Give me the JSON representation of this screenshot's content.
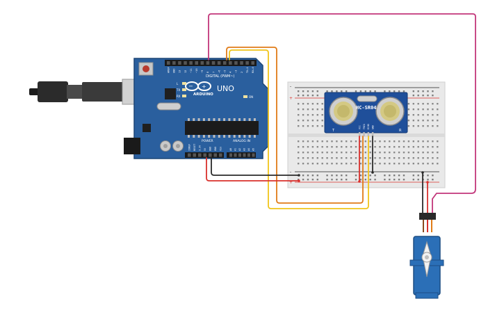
{
  "arduino": {
    "brand": "ARDUINO",
    "model": "UNO",
    "digital_header_label": "DIGITAL (PWM~)",
    "power_header_label": "POWER",
    "analog_header_label": "ANALOG IN",
    "on_label": "ON",
    "led_labels": [
      "L",
      "TX",
      "RX"
    ],
    "digital_pins": [
      "AREF",
      "GND",
      "13",
      "12",
      "~11",
      "~10",
      "~9",
      "8",
      "7",
      "~6",
      "~5",
      "4",
      "~3",
      "2",
      "TX→1",
      "RX←0"
    ],
    "power_pins": [
      "IOREF",
      "RESET",
      "3.3V",
      "5V",
      "GND",
      "GND",
      "Vin"
    ],
    "analog_pins": [
      "A0",
      "A1",
      "A2",
      "A3",
      "A4",
      "A5"
    ],
    "board_color": "#2a5f9e"
  },
  "sensor": {
    "label": "HC-SR04",
    "left_mark": "T",
    "right_mark": "R",
    "pins": [
      "VCC",
      "TRIG",
      "ECHO",
      "GND"
    ],
    "board_color": "#1f4f9a"
  },
  "breadboard": {
    "plus": "+",
    "minus": "-"
  },
  "wires": {
    "red": "#d9302c",
    "black": "#2a2a2a",
    "magenta": "#c2367a",
    "orange": "#e07b17",
    "yellow": "#f0c419",
    "brown": "#8a4a1f"
  },
  "servo": {
    "body_color": "#2b6fb7"
  }
}
